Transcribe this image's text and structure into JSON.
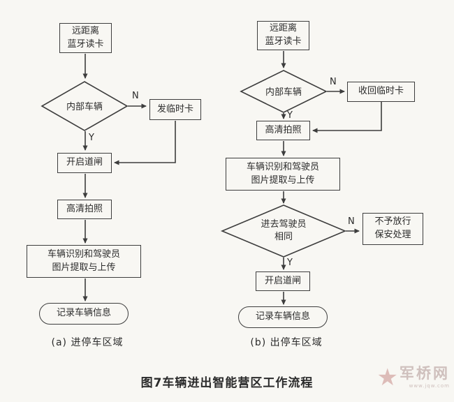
{
  "labels": {
    "yes": "Y",
    "no": "N"
  },
  "chart_a": {
    "start": "远距离\n蓝牙读卡",
    "decision_internal": "内部车辆",
    "issue_temp_card": "发临时卡",
    "open_gate": "开启道闸",
    "hd_photo": "高清拍照",
    "recognition": "车辆识别和驾驶员\n图片提取与上传",
    "record": "记录车辆信息",
    "caption": "(a)  进停车区域"
  },
  "chart_b": {
    "start": "远距离\n蓝牙读卡",
    "decision_internal": "内部车辆",
    "retrieve_temp_card": "收回临时卡",
    "hd_photo": "高清拍照",
    "recognition": "车辆识别和驾驶员\n图片提取与上传",
    "decision_same_driver": "进去驾驶员\n相同",
    "deny": "不予放行\n保安处理",
    "open_gate": "开启道闸",
    "record": "记录车辆信息",
    "caption": "(b)  出停车区域"
  },
  "figure_caption": "图7车辆进出智能营区工作流程",
  "watermark": {
    "star": "★",
    "name": "军桥网",
    "url": "www.jqw.com"
  }
}
